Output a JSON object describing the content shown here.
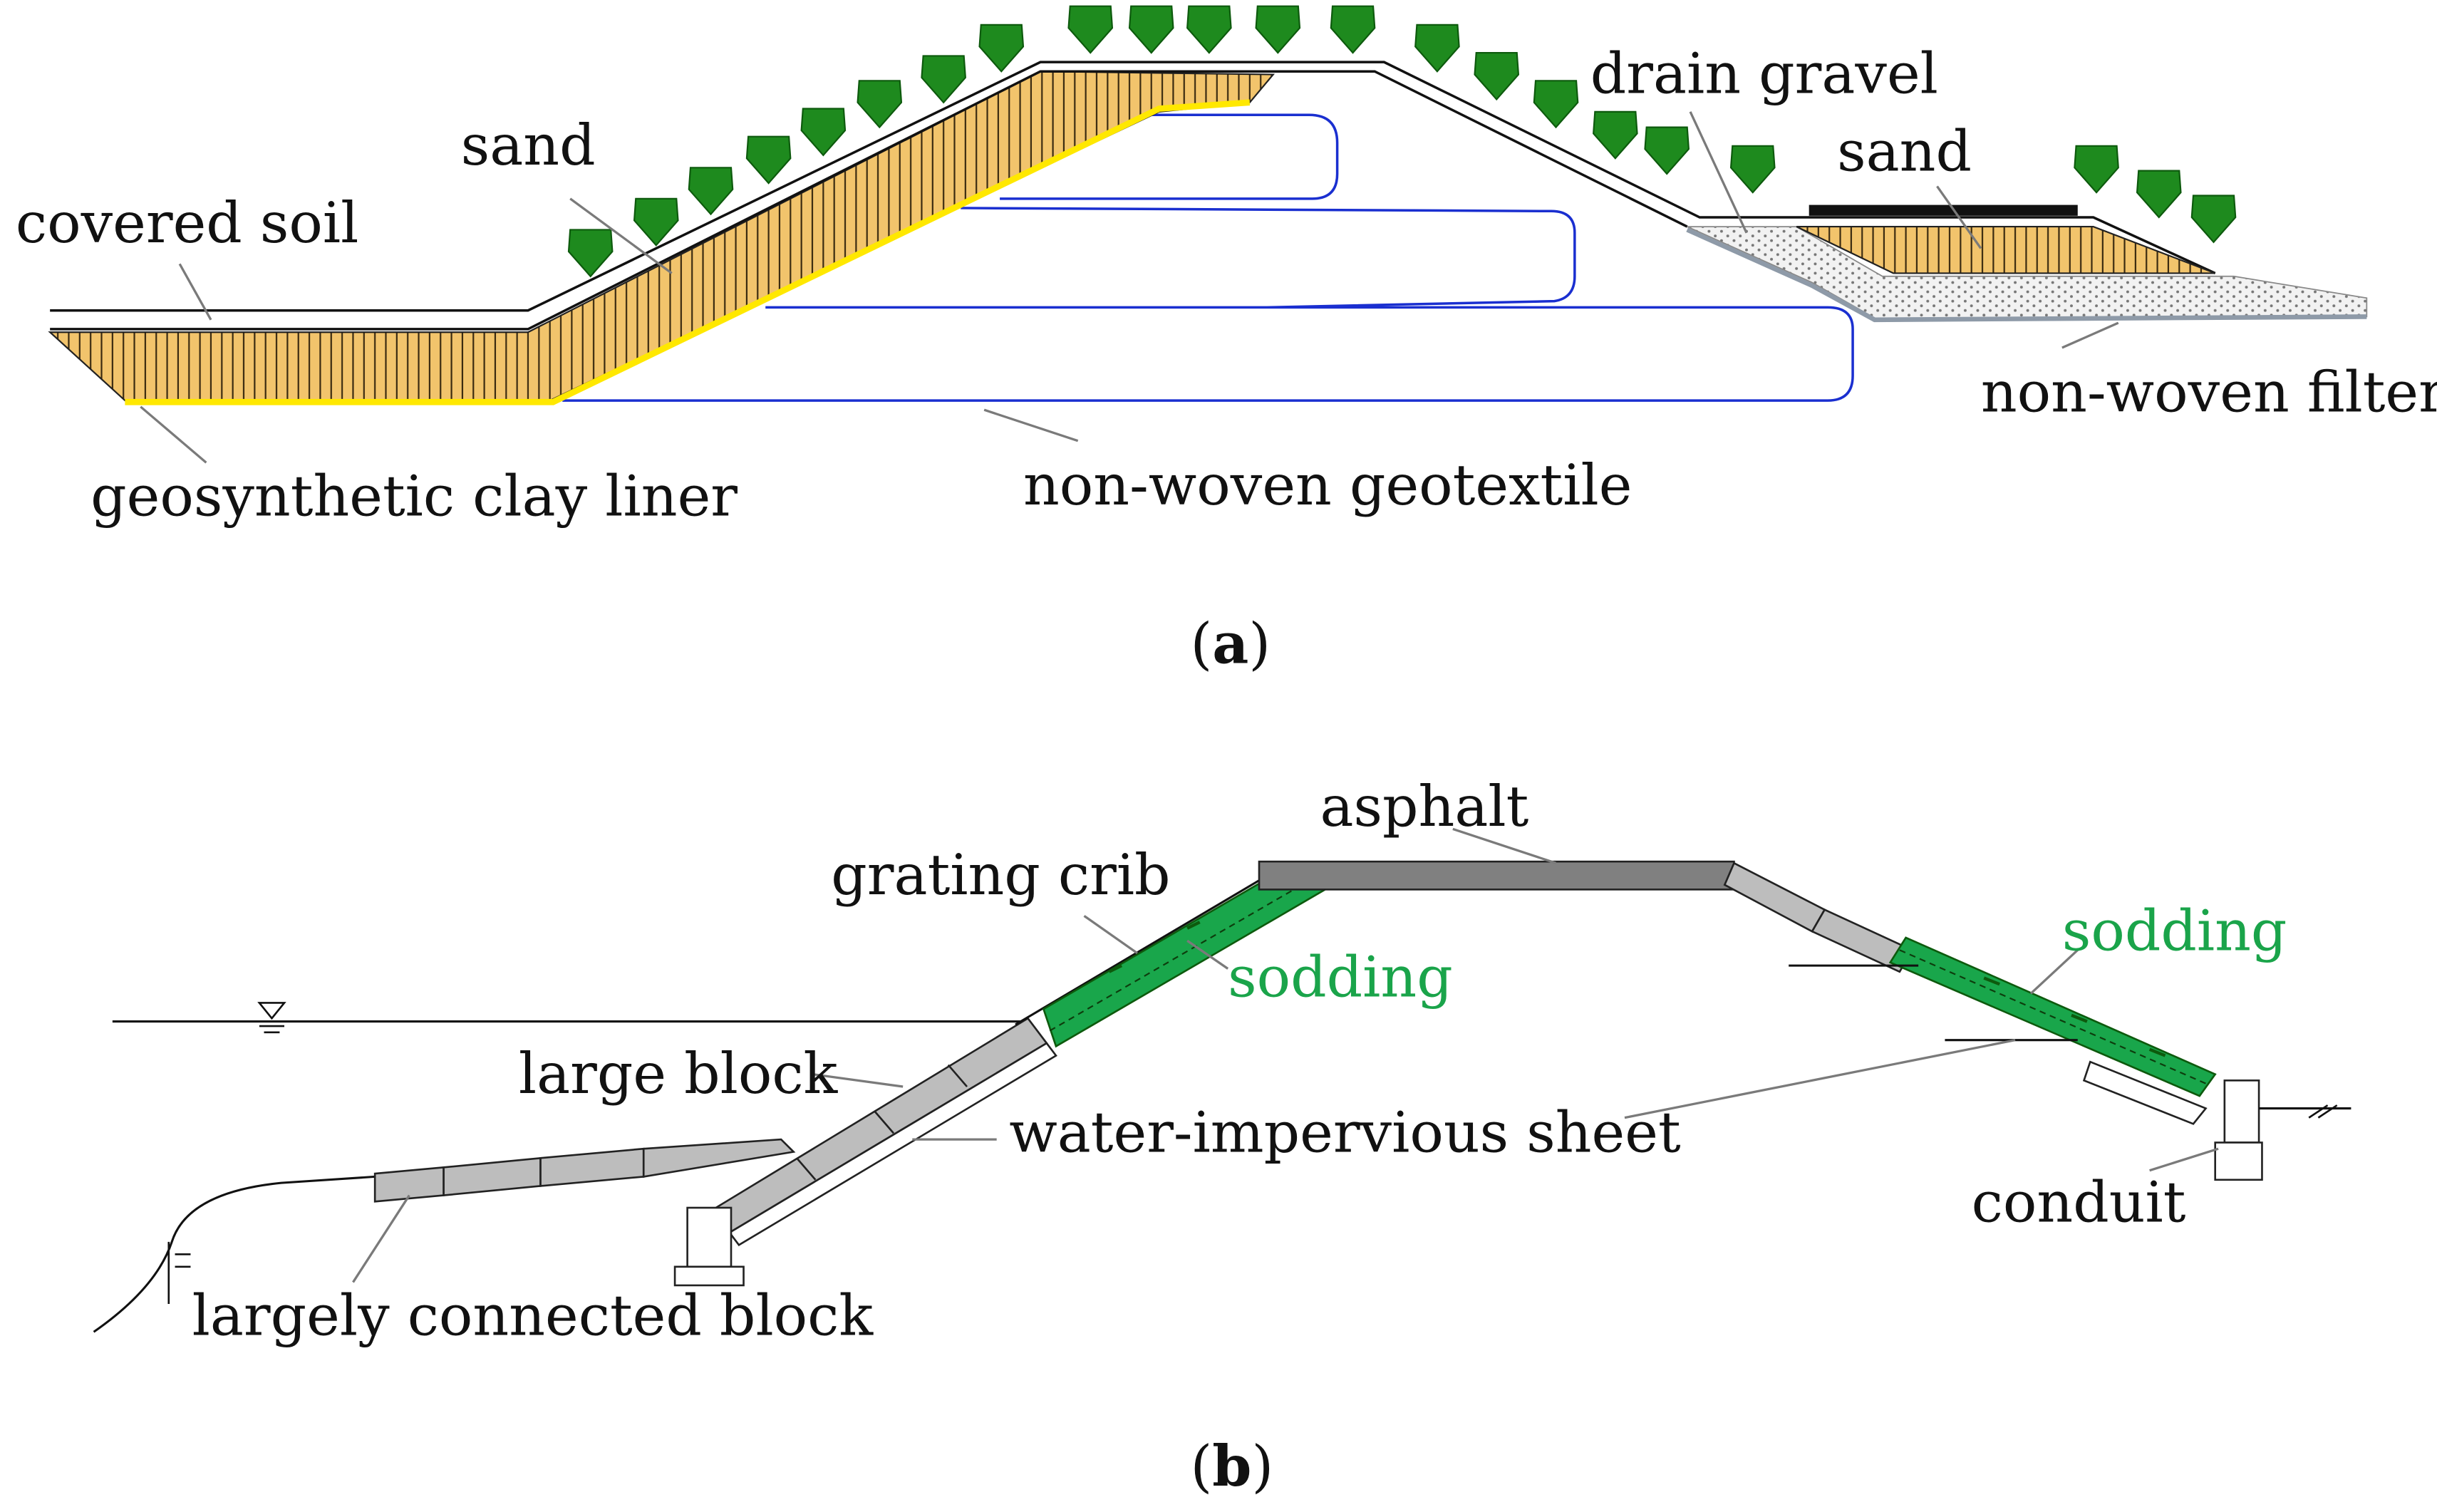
{
  "panel_a": {
    "labels": {
      "covered_soil": "covered soil",
      "sand_left": "sand",
      "geosynthetic_clay_liner": "geosynthetic clay liner",
      "non_woven_geotextile": "non-woven geotextile",
      "drain_gravel": "drain gravel",
      "sand_right": "sand",
      "non_woven_filter": "non-woven filter"
    },
    "caption": {
      "open": "(",
      "letter": "a",
      "close": ")"
    }
  },
  "panel_b": {
    "labels": {
      "asphalt": "asphalt",
      "grating_crib": "grating crib",
      "sodding_left": "sodding",
      "sodding_right": "sodding",
      "large_block": "large block",
      "water_impervious_sheet": "water-impervious sheet",
      "largely_connected_block": "largely connected block",
      "conduit": "conduit"
    },
    "caption": {
      "open": "(",
      "letter": "b",
      "close": ")"
    }
  },
  "colors": {
    "sand_fill": "#f2c46c",
    "liner": "#ffe800",
    "geotextile": "#1a2fd0",
    "vegetation": "#1e8a1e",
    "sodding": "#19a64b",
    "block": "#bdbdbd",
    "asphalt": "#808080",
    "gravel": "#ececec",
    "filter": "#8e9aa8"
  },
  "icons": [
    "tree-icon",
    "water-level-icon",
    "ground-hatch-icon"
  ]
}
